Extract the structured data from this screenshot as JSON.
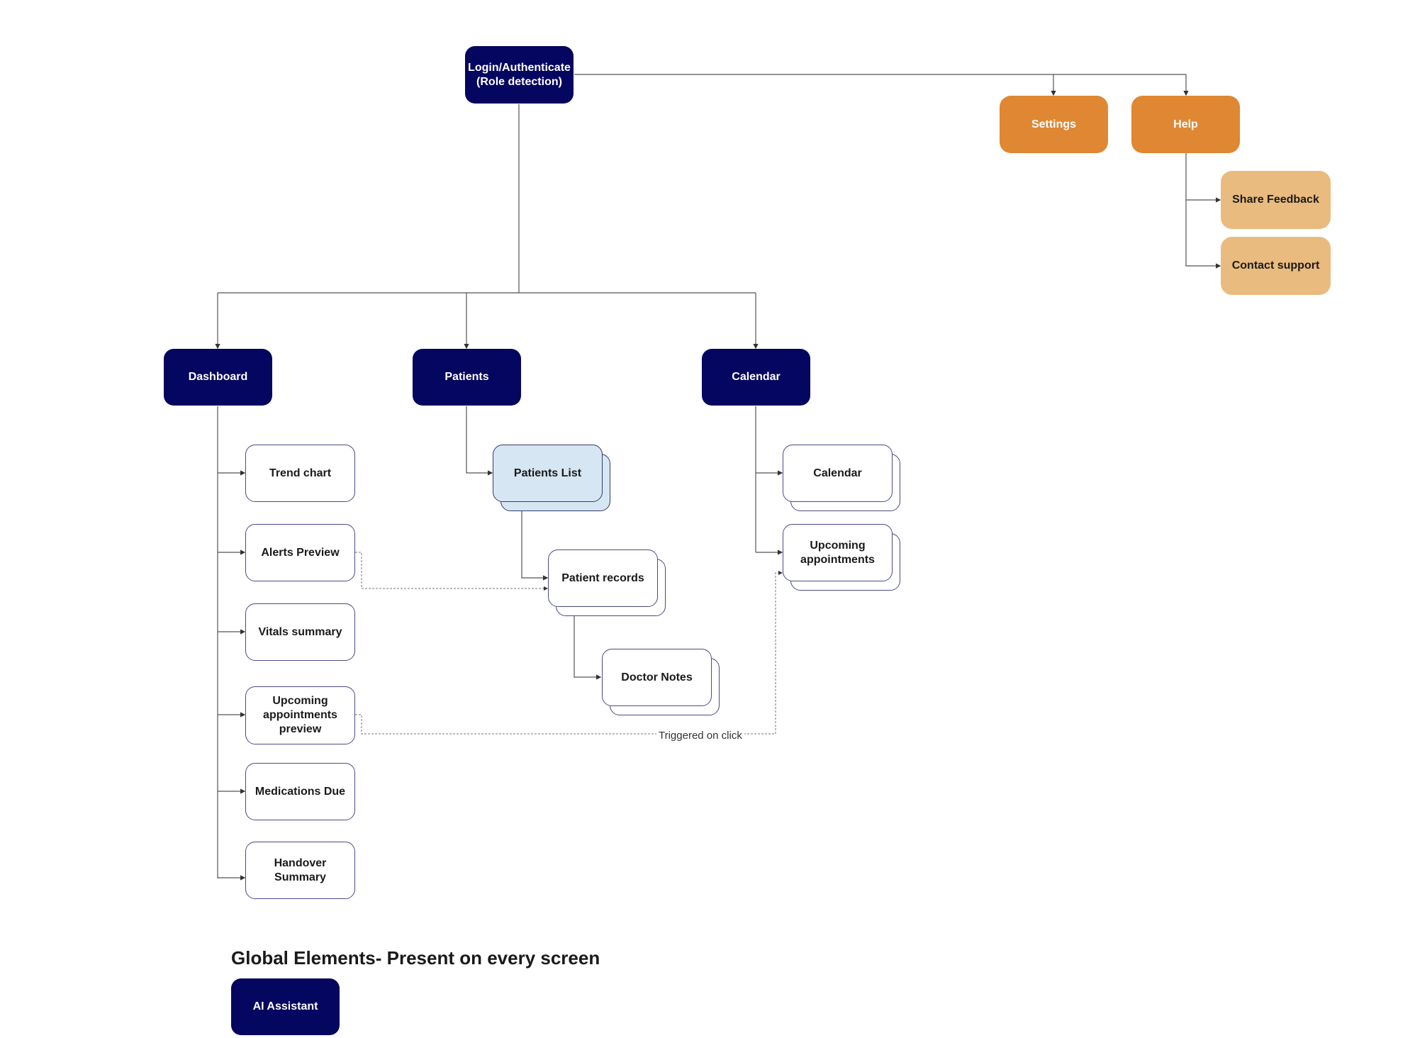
{
  "diagram": {
    "nodes": {
      "login": "Login/Authenticate\n(Role detection)",
      "settings": "Settings",
      "help": "Help",
      "share_feedback": "Share Feedback",
      "contact_support": "Contact support",
      "dashboard": "Dashboard",
      "patients": "Patients",
      "calendar": "Calendar",
      "trend_chart": "Trend chart",
      "alerts_preview": "Alerts Preview",
      "vitals_summary": "Vitals summary",
      "upcoming_preview": "Upcoming\nappointments\npreview",
      "medications_due": "Medications Due",
      "handover_summary": "Handover Summary",
      "patients_list": "Patients List",
      "patient_records": "Patient records",
      "doctor_notes": "Doctor Notes",
      "calendar_view": "Calendar",
      "upcoming_appointments": "Upcoming\nappointments",
      "ai_assistant": "AI Assistant"
    },
    "edge_label": "Triggered on click",
    "global_title": "Global Elements- Present on every screen",
    "colors": {
      "primary": "#05065f",
      "orange": "#df8733",
      "peach": "#e9bb7e",
      "highlight": "#d6e6f3"
    }
  }
}
